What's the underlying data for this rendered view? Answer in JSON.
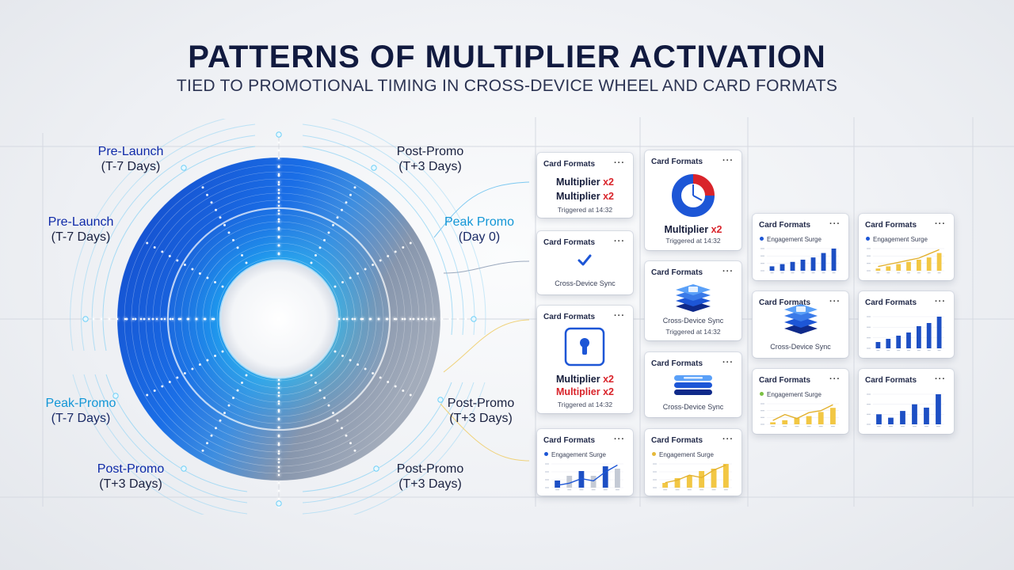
{
  "header": {
    "title": "PATTERNS OF MULTIPLIER ACTIVATION",
    "subtitle": "TIED TO PROMOTIONAL TIMING IN CROSS-DEVICE WHEEL AND CARD FORMATS"
  },
  "wheel": {
    "labels": [
      {
        "line1": "Pre-Launch",
        "line2": "(T-7 Days)",
        "style": "blue"
      },
      {
        "line1": "Pre-Launch",
        "line2": "(T-7 Days)",
        "style": "blue"
      },
      {
        "line1": "Peak-Promo",
        "line2": "(T-7 Days)",
        "style": "cyan"
      },
      {
        "line1": "Post-Promo",
        "line2": "(T+3 Days)",
        "style": "blue"
      },
      {
        "line1": "Post-Promo",
        "line2": "(T+3 Days)",
        "style": "dark"
      },
      {
        "line1": "Peak Promo",
        "line2": "(Day 0)",
        "style": "cyan"
      },
      {
        "line1": "Post-Promo",
        "line2": "(T+3 Days)",
        "style": "dark"
      },
      {
        "line1": "Post-Promo",
        "line2": "(T+3 Days)",
        "style": "dark"
      }
    ]
  },
  "cards": [
    {
      "title": "Card Formats",
      "menu": "···",
      "multiplier_a": "Multiplier",
      "multiplier_b": "Multiplier",
      "x_tag": "x2",
      "triggered": "Triggered at 14:32"
    },
    {
      "title": "Card Formats",
      "menu": "···",
      "sync": "Cross-Device Sync"
    },
    {
      "title": "Card Formats",
      "menu": "···",
      "multiplier_a": "Multiplier",
      "multiplier_b": "Multiplier",
      "x_tag": "x2",
      "triggered": "Triggered at 14:32"
    },
    {
      "title": "Card Formats",
      "menu": "···",
      "legend": "Engagement Surge"
    },
    {
      "title": "Card Formats",
      "menu": "···",
      "multiplier_a": "Multiplier",
      "x_tag": "x2",
      "triggered": "Triggered at 14:32"
    },
    {
      "title": "Card Formats",
      "menu": "···",
      "sync": "Cross-Device Sync",
      "triggered": "Triggered at 14:32"
    },
    {
      "title": "Card Formats",
      "menu": "···",
      "sync": "Cross-Device Sync"
    },
    {
      "title": "Card Formats",
      "menu": "···",
      "legend": "Engagement Surge"
    },
    {
      "title": "Card Formats",
      "menu": "···",
      "legend": "Engagement Surge"
    },
    {
      "title": "Card Formats",
      "menu": "···",
      "sync": "Cross-Device Sync"
    },
    {
      "title": "Card Formats",
      "menu": "···",
      "legend": "Engagement Surge"
    },
    {
      "title": "Card Formats",
      "menu": "···",
      "legend": "Engagement Surge"
    },
    {
      "title": "Card Formats",
      "menu": "···"
    },
    {
      "title": "Card Formats",
      "menu": "···"
    }
  ],
  "colors": {
    "navy": "#111a3f",
    "wheel_blue": "#1a56d6",
    "wheel_cyan": "#1fb7f0",
    "wheel_gray": "#8a96aa",
    "accent_red": "#d9242b",
    "chart_blue": "#1d4fc4",
    "chart_yellow": "#f2c744"
  },
  "icons": [
    "donut-chart-icon",
    "checkmark-icon",
    "keyhole-icon",
    "layers-stack-icon",
    "layers-bars-icon"
  ]
}
